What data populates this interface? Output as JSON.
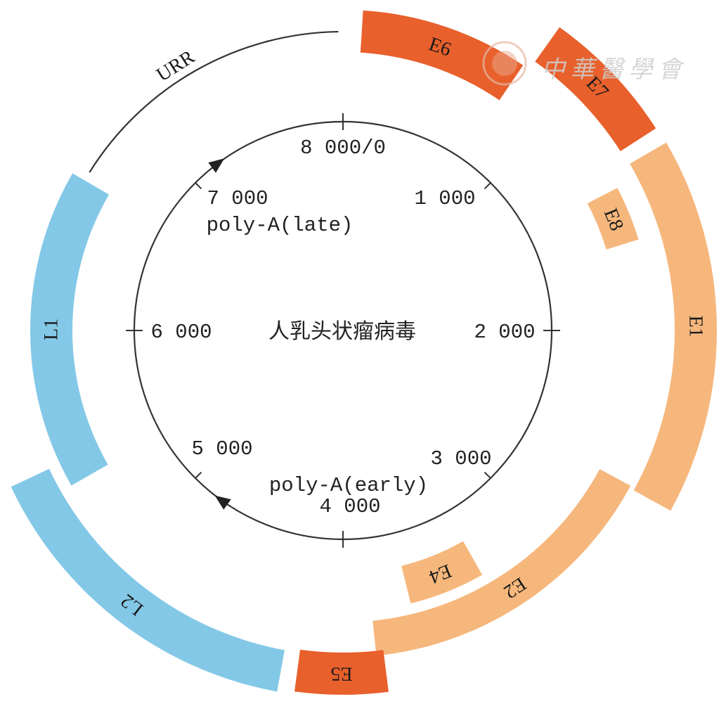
{
  "genome": {
    "center_title": "人乳头状瘤病毒",
    "length_bp": 8000,
    "ticks": [
      {
        "pos": 0,
        "label": "8 000/0"
      },
      {
        "pos": 1000,
        "label": "1 000"
      },
      {
        "pos": 2000,
        "label": "2 000"
      },
      {
        "pos": 3000,
        "label": "3 000"
      },
      {
        "pos": 4000,
        "label": "4 000"
      },
      {
        "pos": 5000,
        "label": "5 000"
      },
      {
        "pos": 6000,
        "label": "6 000"
      },
      {
        "pos": 7000,
        "label": "7 000"
      }
    ],
    "polya_sites": [
      {
        "pos": 7180,
        "label": "poly-A(late)"
      },
      {
        "pos": 4790,
        "label": "poly-A(early)"
      }
    ]
  },
  "colors": {
    "early_oncogene": "#E8602C",
    "early": "#F6B77D",
    "late": "#84C8E7",
    "line": "#333333"
  },
  "genes": [
    {
      "name": "E6",
      "start": 80,
      "end": 760,
      "color_key": "early_oncogene"
    },
    {
      "name": "E7",
      "start": 790,
      "end": 1270,
      "color_key": "early_oncogene"
    },
    {
      "name": "E8",
      "start": 1390,
      "end": 1620,
      "color_key": "early"
    },
    {
      "name": "E1",
      "start": 1330,
      "end": 2640,
      "color_key": "early"
    },
    {
      "name": "E2",
      "start": 2630,
      "end": 3870,
      "color_key": "early"
    },
    {
      "name": "E4",
      "start": 3340,
      "end": 3690,
      "color_key": "early"
    },
    {
      "name": "E5",
      "start": 3840,
      "end": 4170,
      "color_key": "early_oncogene"
    },
    {
      "name": "L2",
      "start": 4230,
      "end": 5440,
      "color_key": "late"
    },
    {
      "name": "L1",
      "start": 5340,
      "end": 6670,
      "color_key": "late"
    }
  ],
  "urr": {
    "name": "URR",
    "start": 6710,
    "end": 7980
  },
  "watermark": {
    "text": "中華醫學會"
  }
}
